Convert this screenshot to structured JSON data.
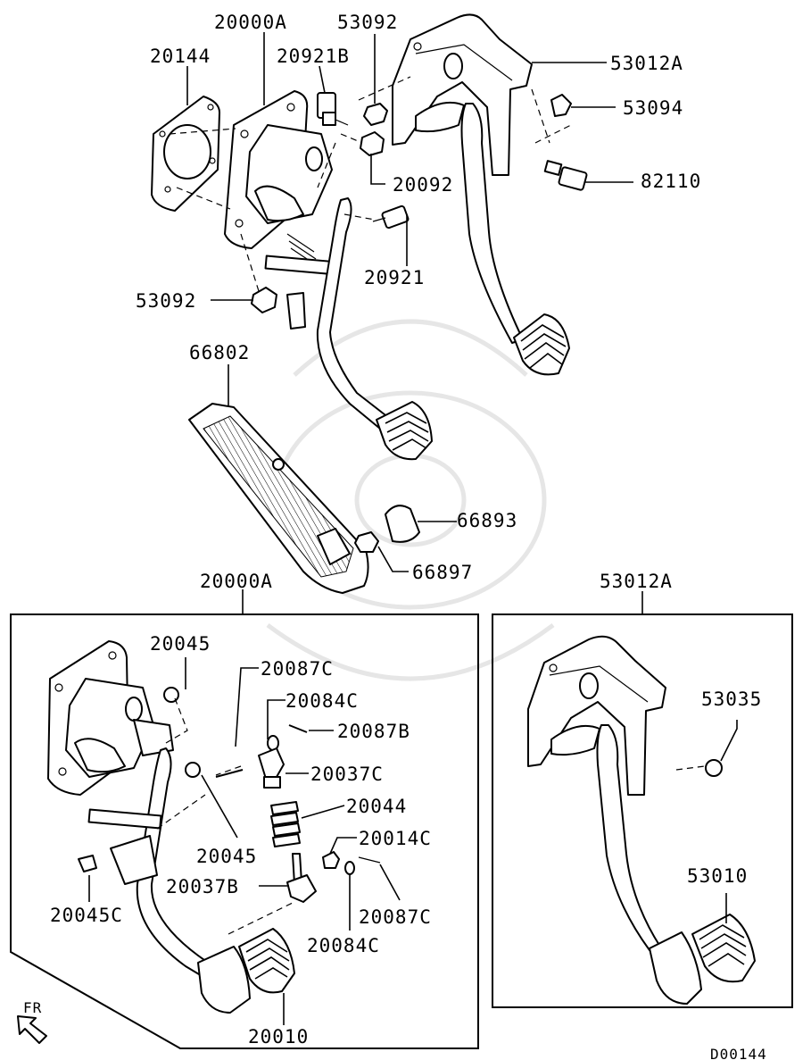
{
  "diagram": {
    "part_labels": {
      "p20144": "20144",
      "p20000A_top": "20000A",
      "p20921B": "20921B",
      "p53092_top": "53092",
      "p53012A_top": "53012A",
      "p53094": "53094",
      "p20092": "20092",
      "p82110": "82110",
      "p20921": "20921",
      "p53092_mid": "53092",
      "p66802": "66802",
      "p66893": "66893",
      "p66897": "66897",
      "p20000A_box": "20000A",
      "p53012A_box": "53012A",
      "p20045_a": "20045",
      "p20087C_a": "20087C",
      "p20084C_a": "20084C",
      "p20087B": "20087B",
      "p20037C": "20037C",
      "p20044": "20044",
      "p20045_b": "20045",
      "p20014C": "20014C",
      "p20037B": "20037B",
      "p20087C_b": "20087C",
      "p20045C": "20045C",
      "p20084C_b": "20084C",
      "p20010": "20010",
      "p53035": "53035",
      "p53010": "53010"
    },
    "direction_label": "FR",
    "drawing_code": "D00144"
  }
}
